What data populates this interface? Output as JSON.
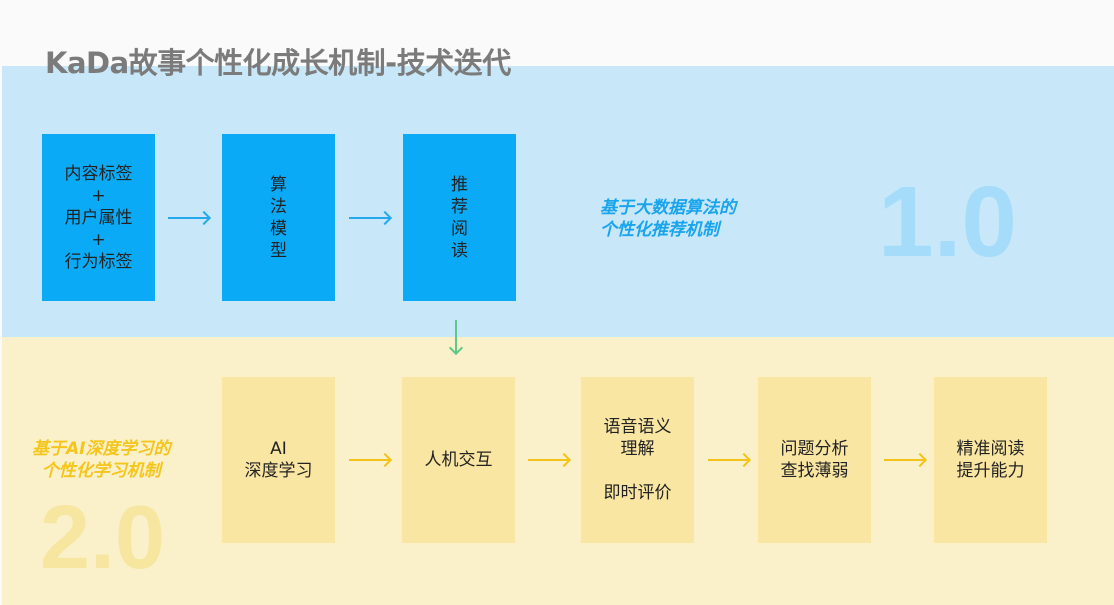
{
  "title": "KaDa故事个性化成长机制-技术迭代",
  "v1": {
    "version": "1.0",
    "slogan": "基于大数据算法的\n个性化推荐机制",
    "boxes": [
      "内容标签\n+\n用户属性\n+\n行为标签",
      "算\n法\n模\n型",
      "推\n荐\n阅\n读"
    ]
  },
  "v2": {
    "version": "2.0",
    "slogan": "基于AI深度学习的\n个性化学习机制",
    "boxes": [
      "AI\n深度学习",
      "人机交互",
      "语音语义\n理解\n\n即时评价",
      "问题分析\n查找薄弱",
      "精准阅读\n提升能力"
    ]
  },
  "colors": {
    "blue_box": "#0aaaf6",
    "yellow_box": "#f9e6a3",
    "blue_band": "#c8e8fa",
    "yellow_band": "#faf0c9"
  }
}
